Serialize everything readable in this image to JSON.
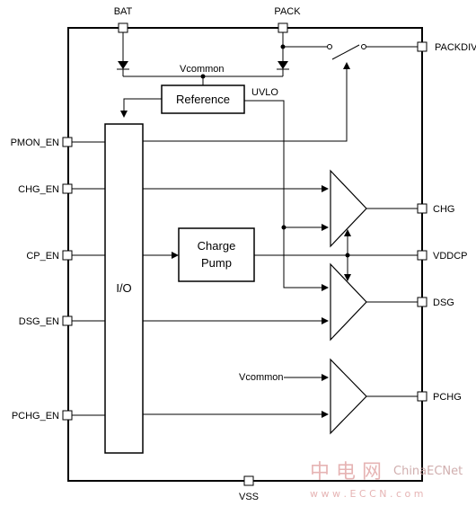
{
  "pins": {
    "bat": "BAT",
    "pack": "PACK",
    "packdiv": "PACKDIV",
    "pmon_en": "PMON_EN",
    "chg_en": "CHG_EN",
    "cp_en": "CP_EN",
    "dsg_en": "DSG_EN",
    "pchg_en": "PCHG_EN",
    "chg": "CHG",
    "vddcp": "VDDCP",
    "dsg": "DSG",
    "pchg": "PCHG",
    "vss": "VSS"
  },
  "blocks": {
    "reference": "Reference",
    "io": "I/O",
    "charge_pump_line1": "Charge",
    "charge_pump_line2": "Pump"
  },
  "nets": {
    "vcommon_top": "Vcommon",
    "uvlo": "UVLO",
    "vcommon_input": "Vcommon"
  },
  "watermark": {
    "chinese": "中 电 网",
    "brand": "ChinaECNet",
    "url": "w w w . E C C N . c o m"
  },
  "colors": {
    "line": "#000000",
    "watermark": "#d8a0a0"
  }
}
